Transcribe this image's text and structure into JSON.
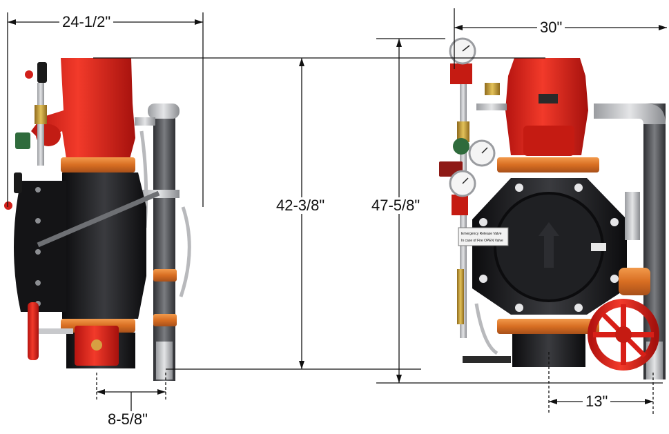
{
  "dimensions": {
    "left_width": "24-1/2\"",
    "left_height": "42-3/8\"",
    "left_bottom_offset": "8-5/8\"",
    "right_width": "30\"",
    "right_height": "47-5/8\"",
    "right_bottom_offset": "13\""
  },
  "placard": {
    "line1": "Emergency Release Valve",
    "line2": "In case of Fire OPEN Valve"
  },
  "colors": {
    "valve_red": "#e8261e",
    "flange_orange": "#e07a2e",
    "body_black": "#1b1b1d",
    "pipe_gray": "#5a5c60",
    "brass": "#c9a23a",
    "solenoid_green": "#2f6b3c"
  }
}
